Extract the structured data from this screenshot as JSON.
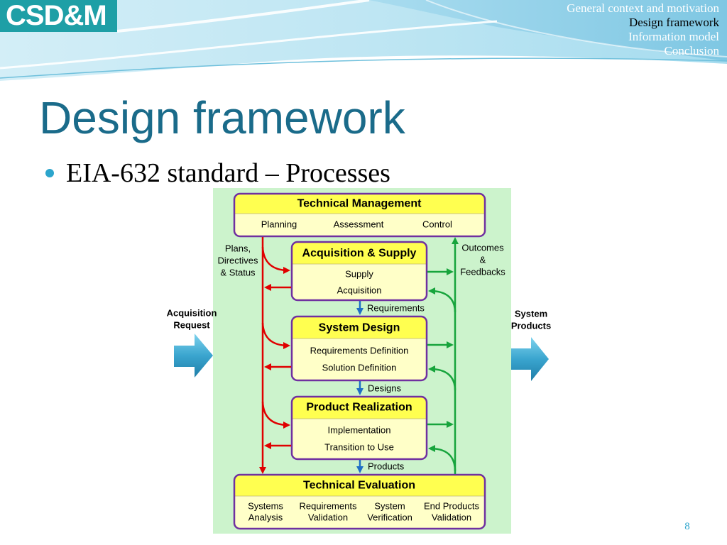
{
  "logo": {
    "text": "CSD&M"
  },
  "nav": {
    "items": [
      {
        "label": "General context and motivation",
        "active": false
      },
      {
        "label": "Design framework",
        "active": true
      },
      {
        "label": "Information model",
        "active": false
      },
      {
        "label": "Conclusion",
        "active": false
      }
    ]
  },
  "slide": {
    "title": "Design framework",
    "bullet": "EIA-632 standard – Processes",
    "page_number": "8"
  },
  "diagram": {
    "input": {
      "lines": [
        "Acquisition",
        "Request"
      ]
    },
    "output": {
      "lines": [
        "System",
        "Products"
      ]
    },
    "technical_management": {
      "title": "Technical Management",
      "items": [
        "Planning",
        "Assessment",
        "Control"
      ]
    },
    "acquisition_supply": {
      "title": "Acquisition & Supply",
      "items": [
        "Supply",
        "Acquisition"
      ]
    },
    "system_design": {
      "title": "System Design",
      "items": [
        "Requirements Definition",
        "Solution Definition"
      ]
    },
    "product_realization": {
      "title": "Product Realization",
      "items": [
        "Implementation",
        "Transition to Use"
      ]
    },
    "technical_evaluation": {
      "title": "Technical Evaluation",
      "items": [
        [
          "Systems",
          "Analysis"
        ],
        [
          "Requirements",
          "Validation"
        ],
        [
          "System",
          "Verification"
        ],
        [
          "End Products",
          "Validation"
        ]
      ]
    },
    "plans_label": [
      "Plans,",
      "Directives",
      "& Status"
    ],
    "outcomes_label": [
      "Outcomes",
      "&",
      "Feedbacks"
    ],
    "flow_labels": [
      "Requirements",
      "Designs",
      "Products"
    ]
  },
  "colors": {
    "title": "#1a6b8a",
    "logo_bg": "#1e9fa6",
    "accent": "#2ca5cc",
    "box_border": "#7030a0",
    "box_header": "#ffff50",
    "box_body": "#ffffc8",
    "panel": "#ccf3cc",
    "control_flow": "#e00000",
    "feedback_flow": "#17a43c",
    "product_flow": "#1f6fc5"
  }
}
